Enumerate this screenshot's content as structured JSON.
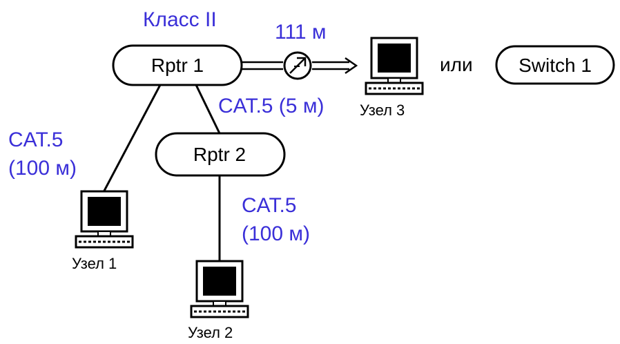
{
  "class_label": "Класс II",
  "devices": {
    "rptr1": "Rptr 1",
    "rptr2": "Rptr 2",
    "switch1": "Switch 1"
  },
  "or_label": "или",
  "hosts": {
    "host1": "Узел 1",
    "host2": "Узел 2",
    "host3": "Узел 3"
  },
  "links": {
    "fiber": "111 м",
    "rptr1_rptr2": "CAT.5 (5 м)",
    "rptr1_host1": [
      "CAT.5",
      "(100 м)"
    ],
    "rptr2_host2": [
      "CAT.5",
      "(100 м)"
    ]
  },
  "icons": {
    "computer": "computer-icon",
    "fiber_transceiver": "fiber-transceiver-icon"
  },
  "colors": {
    "label_accent": "#3a2fd8",
    "lines": "#000000"
  }
}
